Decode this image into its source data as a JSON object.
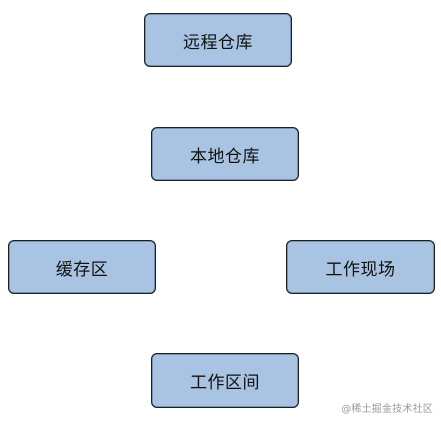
{
  "nodes": {
    "remote_repo": "远程仓库",
    "local_repo": "本地仓库",
    "staging_area": "缓存区",
    "working_directory": "工作现场",
    "workspace": "工作区间"
  },
  "watermark": "@稀土掘金技术社区",
  "colors": {
    "node_fill": "#a8c4e2",
    "node_border": "#1f1f1f",
    "background": "#ffffff"
  }
}
